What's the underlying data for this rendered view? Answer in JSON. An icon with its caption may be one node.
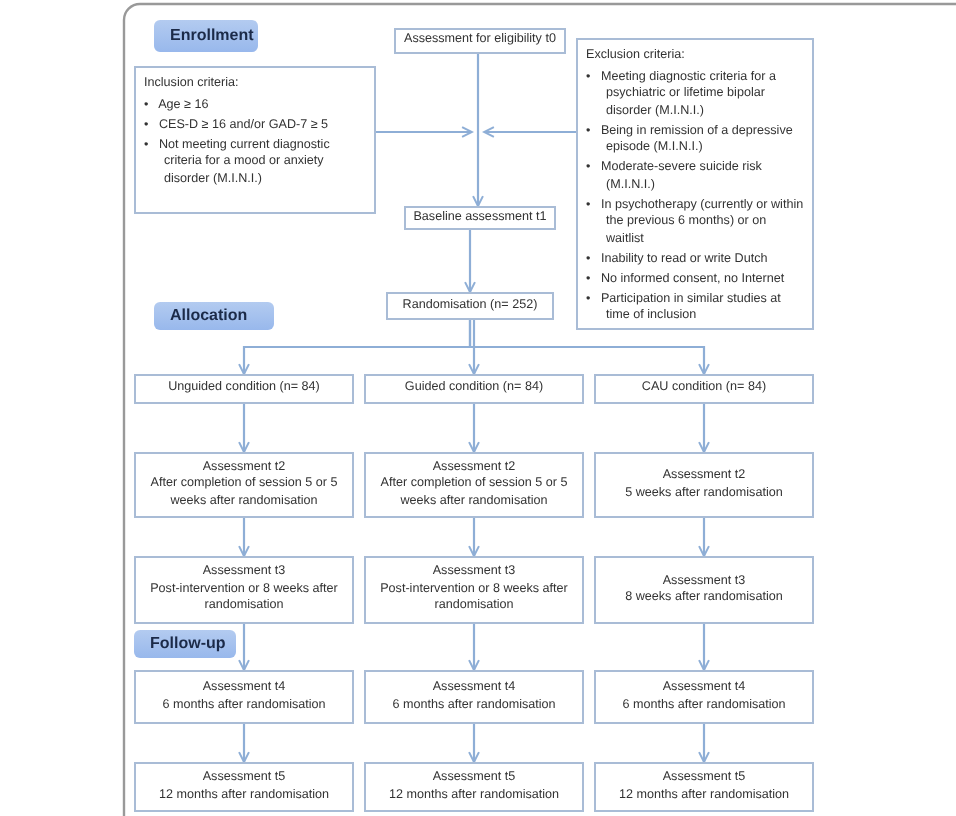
{
  "diagram": {
    "nodes": [
      {
        "text": [
          "Enrollment"
        ]
      },
      {
        "text": [
          "Assessment for eligibility t0"
        ]
      },
      {
        "text": [
          "Inclusion criteria:",
          "•   Age ≥ 16",
          "•   CES-D ≥ 16 and/or GAD-7 ≥ 5",
          "•   Not meeting current diagnostic criteria for a mood or anxiety disorder (M.I.N.I.)"
        ]
      },
      {
        "text": [
          "Exclusion criteria:",
          "•   Meeting diagnostic criteria for a psychiatric or lifetime bipolar disorder (M.I.N.I.)",
          "•   Being in remission of a depressive episode (M.I.N.I.)",
          "•   Moderate-severe suicide risk (M.I.N.I.)",
          "•   In psychotherapy (currently or within the previous 6 months) or on waitlist",
          "•   Inability to read or write Dutch",
          "•   No informed consent, no Internet",
          "•   Participation in similar studies at time of inclusion"
        ]
      },
      {
        "text": [
          "Baseline assessment t1"
        ]
      },
      {
        "text": [
          "Allocation"
        ]
      },
      {
        "text": [
          "Randomisation (n= 252)"
        ]
      },
      {
        "text": [
          "Unguided condition (n= 84)"
        ]
      },
      {
        "text": [
          "Guided condition (n= 84)"
        ]
      },
      {
        "text": [
          "CAU condition (n= 84)"
        ]
      },
      {
        "text": [
          "Assessment t2",
          "After completion of session 5 or 5 weeks after randomisation"
        ]
      },
      {
        "text": [
          "Assessment t2",
          "After completion of session 5 or 5 weeks after randomisation"
        ]
      },
      {
        "text": [
          "Assessment t2",
          "5 weeks after randomisation"
        ]
      },
      {
        "text": [
          "Assessment t3",
          "Post-intervention or 8 weeks after randomisation"
        ]
      },
      {
        "text": [
          "Assessment t3",
          "Post-intervention or 8 weeks after randomisation"
        ]
      },
      {
        "text": [
          "Assessment t3",
          "8 weeks after randomisation"
        ]
      },
      {
        "text": [
          "Follow-up"
        ]
      },
      {
        "text": [
          "Assessment t4",
          "6 months after randomisation"
        ]
      },
      {
        "text": [
          "Assessment t4",
          "6 months after randomisation"
        ]
      },
      {
        "text": [
          "Assessment t4",
          "6 months after randomisation"
        ]
      },
      {
        "text": [
          "Assessment t5",
          "12 months after randomisation"
        ]
      },
      {
        "text": [
          "Assessment t5",
          "12 months after randomisation"
        ]
      },
      {
        "text": [
          "Assessment t5",
          "12 months after randomisation"
        ]
      }
    ],
    "edges": [
      {
        "from": 1,
        "to": 4,
        "arrow": "to"
      },
      {
        "from": 2,
        "to": null,
        "arrow": "to"
      },
      {
        "from": 3,
        "to": null,
        "arrow": "to"
      },
      {
        "from": 4,
        "to": 6,
        "arrow": "to"
      },
      {
        "from": 6,
        "to": 7,
        "arrow": "to"
      },
      {
        "from": 6,
        "to": 8,
        "arrow": "to"
      },
      {
        "from": 6,
        "to": 9,
        "arrow": "to"
      },
      {
        "from": 7,
        "to": 10,
        "arrow": "to"
      },
      {
        "from": 8,
        "to": 11,
        "arrow": "to"
      },
      {
        "from": 9,
        "to": 12,
        "arrow": "to"
      },
      {
        "from": 10,
        "to": 13,
        "arrow": "to"
      },
      {
        "from": 11,
        "to": 14,
        "arrow": "to"
      },
      {
        "from": 12,
        "to": 15,
        "arrow": "to"
      },
      {
        "from": 13,
        "to": 17,
        "arrow": "to"
      },
      {
        "from": 14,
        "to": 18,
        "arrow": "to"
      },
      {
        "from": 15,
        "to": 19,
        "arrow": "to"
      },
      {
        "from": 17,
        "to": 20,
        "arrow": "to"
      },
      {
        "from": 18,
        "to": 21,
        "arrow": "to"
      },
      {
        "from": 19,
        "to": 22,
        "arrow": "to"
      }
    ]
  }
}
